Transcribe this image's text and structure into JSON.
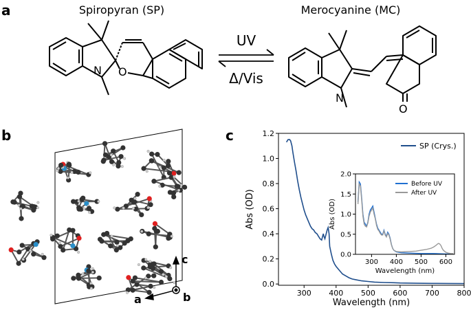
{
  "panels": {
    "a": {
      "label": "a",
      "sp_name": "Spiropyran (SP)",
      "mc_name": "Merocyanine (MC)",
      "forward": "UV",
      "reverse": "Δ/Vis",
      "atoms": {
        "n_sp": "N",
        "o_sp": "O",
        "n_mc": "N",
        "o_mc": "O"
      }
    },
    "b": {
      "label": "b",
      "axes": {
        "c": "c",
        "a": "a",
        "b": "b"
      }
    },
    "c": {
      "label": "c"
    }
  },
  "chart_data": [
    {
      "type": "line",
      "xlabel": "Wavelength (nm)",
      "ylabel": "Abs (OD)",
      "xlim": [
        220,
        800
      ],
      "ylim": [
        -0.01,
        1.2
      ],
      "xticks": [
        300,
        400,
        500,
        600,
        700,
        800
      ],
      "yticks": [
        0.0,
        0.2,
        0.4,
        0.6,
        0.8,
        1.0,
        1.2
      ],
      "legend": "top-right",
      "grid": false,
      "series": [
        {
          "name": "SP (Crys.)",
          "color": "#1f4e8c",
          "x": [
            245,
            250,
            255,
            258,
            262,
            265,
            270,
            275,
            280,
            285,
            290,
            295,
            300,
            305,
            310,
            315,
            320,
            325,
            330,
            335,
            340,
            345,
            350,
            355,
            358,
            360,
            362,
            365,
            368,
            372,
            375,
            378,
            380,
            385,
            390,
            395,
            400,
            410,
            420,
            430,
            440,
            450,
            460,
            480,
            500,
            520,
            550,
            580,
            600,
            650,
            700,
            750,
            800
          ],
          "y": [
            1.13,
            1.15,
            1.15,
            1.14,
            1.1,
            1.05,
            0.97,
            0.9,
            0.82,
            0.75,
            0.69,
            0.64,
            0.59,
            0.55,
            0.52,
            0.49,
            0.46,
            0.44,
            0.43,
            0.41,
            0.4,
            0.38,
            0.36,
            0.35,
            0.38,
            0.4,
            0.38,
            0.36,
            0.39,
            0.43,
            0.45,
            0.4,
            0.3,
            0.24,
            0.19,
            0.16,
            0.14,
            0.11,
            0.08,
            0.065,
            0.05,
            0.04,
            0.035,
            0.025,
            0.02,
            0.015,
            0.012,
            0.01,
            0.008,
            0.006,
            0.005,
            0.004,
            0.003
          ]
        }
      ]
    },
    {
      "type": "line",
      "xlabel": "Wavelength (nm)",
      "ylabel": "Abs (OD)",
      "xlim": [
        235,
        635
      ],
      "ylim": [
        0,
        2.0
      ],
      "xticks": [
        300,
        400,
        500,
        600
      ],
      "yticks": [
        0.0,
        0.5,
        1.0,
        1.5,
        2.0
      ],
      "legend": "top-right",
      "grid": false,
      "series": [
        {
          "name": "Before UV",
          "color": "#1f6fd1",
          "x": [
            245,
            250,
            255,
            260,
            265,
            270,
            275,
            280,
            285,
            290,
            295,
            300,
            305,
            310,
            315,
            320,
            325,
            330,
            335,
            340,
            345,
            350,
            355,
            360,
            365,
            370,
            375,
            380,
            385,
            390,
            400,
            420,
            450,
            500,
            550,
            600,
            630
          ],
          "y": [
            1.3,
            1.8,
            1.75,
            1.4,
            1.0,
            0.8,
            0.75,
            0.7,
            0.8,
            1.0,
            1.1,
            1.15,
            1.2,
            1.05,
            0.9,
            0.75,
            0.65,
            0.6,
            0.55,
            0.5,
            0.5,
            0.6,
            0.5,
            0.45,
            0.55,
            0.5,
            0.4,
            0.25,
            0.15,
            0.1,
            0.06,
            0.04,
            0.03,
            0.02,
            0.02,
            0.01,
            0.01
          ]
        },
        {
          "name": "After UV",
          "color": "#999999",
          "x": [
            245,
            250,
            255,
            260,
            265,
            270,
            275,
            280,
            285,
            290,
            295,
            300,
            305,
            310,
            315,
            320,
            325,
            330,
            335,
            340,
            345,
            350,
            355,
            360,
            365,
            370,
            375,
            380,
            385,
            390,
            400,
            420,
            450,
            480,
            500,
            520,
            540,
            550,
            560,
            565,
            570,
            575,
            580,
            585,
            590,
            600,
            610,
            620,
            630
          ],
          "y": [
            1.25,
            1.75,
            1.7,
            1.35,
            0.95,
            0.75,
            0.7,
            0.68,
            0.78,
            0.95,
            1.05,
            1.1,
            1.15,
            1.0,
            0.88,
            0.72,
            0.62,
            0.58,
            0.52,
            0.48,
            0.48,
            0.58,
            0.48,
            0.43,
            0.52,
            0.48,
            0.38,
            0.24,
            0.15,
            0.1,
            0.07,
            0.06,
            0.07,
            0.08,
            0.1,
            0.12,
            0.15,
            0.18,
            0.22,
            0.25,
            0.27,
            0.26,
            0.22,
            0.15,
            0.1,
            0.05,
            0.03,
            0.02,
            0.02
          ]
        }
      ]
    }
  ]
}
